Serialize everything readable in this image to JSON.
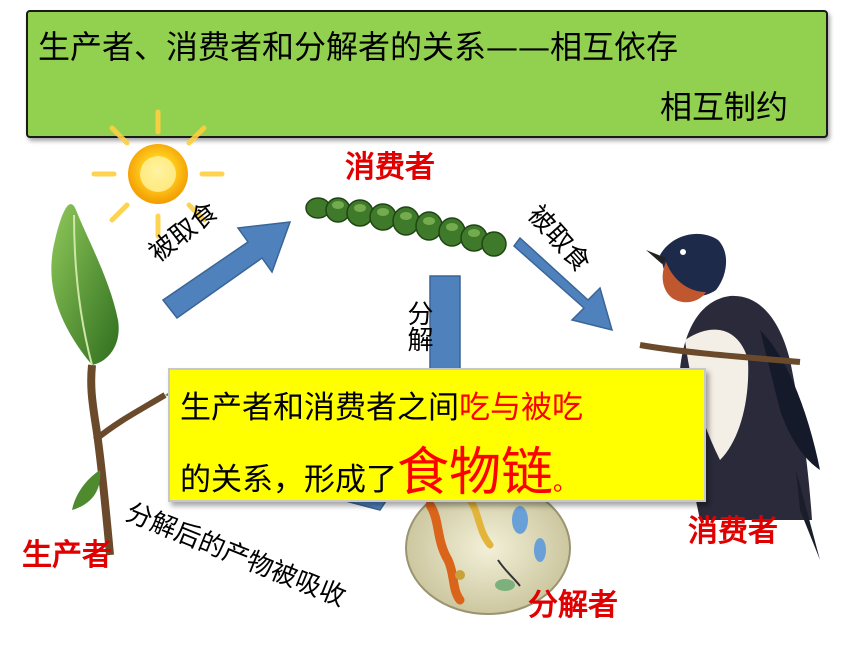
{
  "title": {
    "line1": "生产者、消费者和分解者的关系——相互依存",
    "line2": "相互制约"
  },
  "labels": {
    "consumer_top": "消费者",
    "consumer_right": "消费者",
    "producer": "生产者",
    "decomposer": "分解者"
  },
  "arrows": {
    "left_eaten": "被取食",
    "right_eaten": "被取食",
    "middle_decompose": "分解",
    "bottom_absorb": "分解后的产物被吸收"
  },
  "popup": {
    "part1": "生产者和消费者之间",
    "part1_red": "吃与被吃",
    "part2": "的关系，形成了",
    "part2_big": "食物链",
    "part2_end": "。"
  },
  "colors": {
    "title_bg": "#92d050",
    "arrow_blue": "#4f81bd",
    "label_red": "#e00000",
    "popup_bg": "#ffff00"
  }
}
